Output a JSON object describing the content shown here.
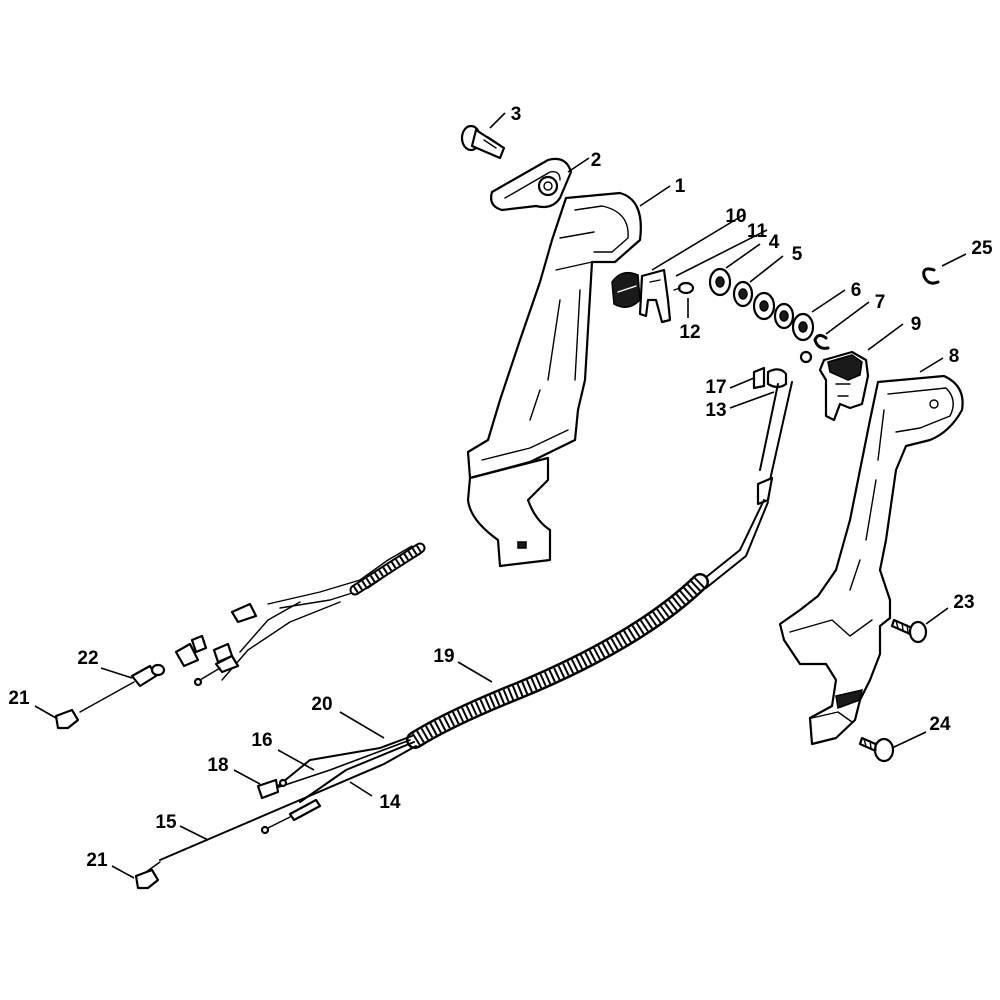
{
  "labels": {
    "l1": "1",
    "l2": "2",
    "l3": "3",
    "l4": "4",
    "l5": "5",
    "l6": "6",
    "l7": "7",
    "l8": "8",
    "l9": "9",
    "l10": "10",
    "l11": "11",
    "l12": "12",
    "l13": "13",
    "l14": "14",
    "l15": "15",
    "l16": "16",
    "l17": "17",
    "l18": "18",
    "l19": "19",
    "l20": "20",
    "l21a": "21",
    "l21b": "21",
    "l22": "22",
    "l23": "23",
    "l24": "24",
    "l25": "25"
  }
}
